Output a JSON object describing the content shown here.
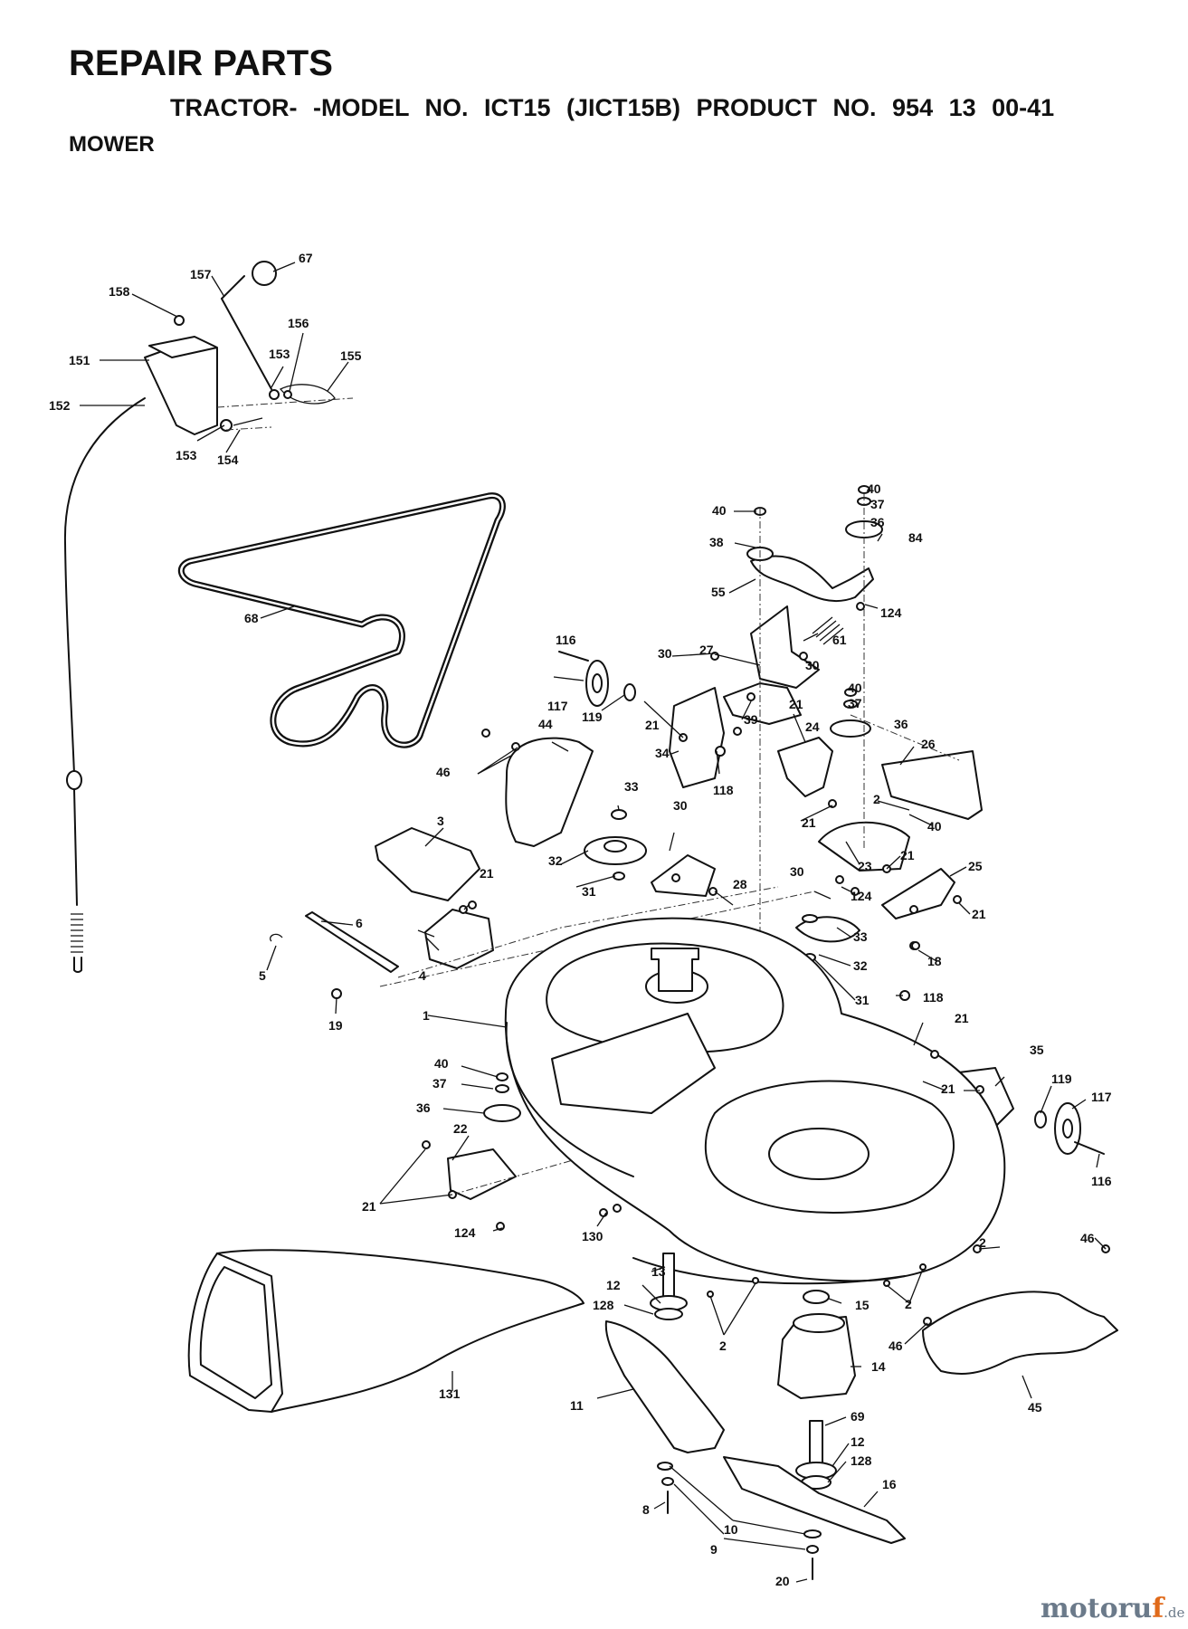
{
  "header": {
    "title": "REPAIR PARTS",
    "model_line": "TRACTOR- -MODEL NO. ICT15 (JICT15B) PRODUCT NO. 954 13 00-41",
    "section": "MOWER"
  },
  "watermark": {
    "brand_a": "motoru",
    "brand_b": "f",
    "suffix": ".de"
  },
  "part_numbers": {
    "p1": "1",
    "p2": "2",
    "p3": "3",
    "p4": "4",
    "p5": "5",
    "p6": "6",
    "p8": "8",
    "p9": "9",
    "p10": "10",
    "p11": "11",
    "p12": "12",
    "p13": "13",
    "p14": "14",
    "p15": "15",
    "p16": "16",
    "p18": "18",
    "p19": "19",
    "p20": "20",
    "p21": "21",
    "p22": "22",
    "p23": "23",
    "p24": "24",
    "p25": "25",
    "p26": "26",
    "p27": "27",
    "p28": "28",
    "p30": "30",
    "p31": "31",
    "p32": "32",
    "p33": "33",
    "p34": "34",
    "p35": "35",
    "p36": "36",
    "p37": "37",
    "p38": "38",
    "p39": "39",
    "p40": "40",
    "p44": "44",
    "p45": "45",
    "p46": "46",
    "p55": "55",
    "p61": "61",
    "p67": "67",
    "p68": "68",
    "p69": "69",
    "p84": "84",
    "p116": "116",
    "p117": "117",
    "p118": "118",
    "p119": "119",
    "p124": "124",
    "p128": "128",
    "p130": "130",
    "p131": "131",
    "p151": "151",
    "p152": "152",
    "p153": "153",
    "p154": "154",
    "p155": "155",
    "p156": "156",
    "p157": "157",
    "p158": "158"
  }
}
